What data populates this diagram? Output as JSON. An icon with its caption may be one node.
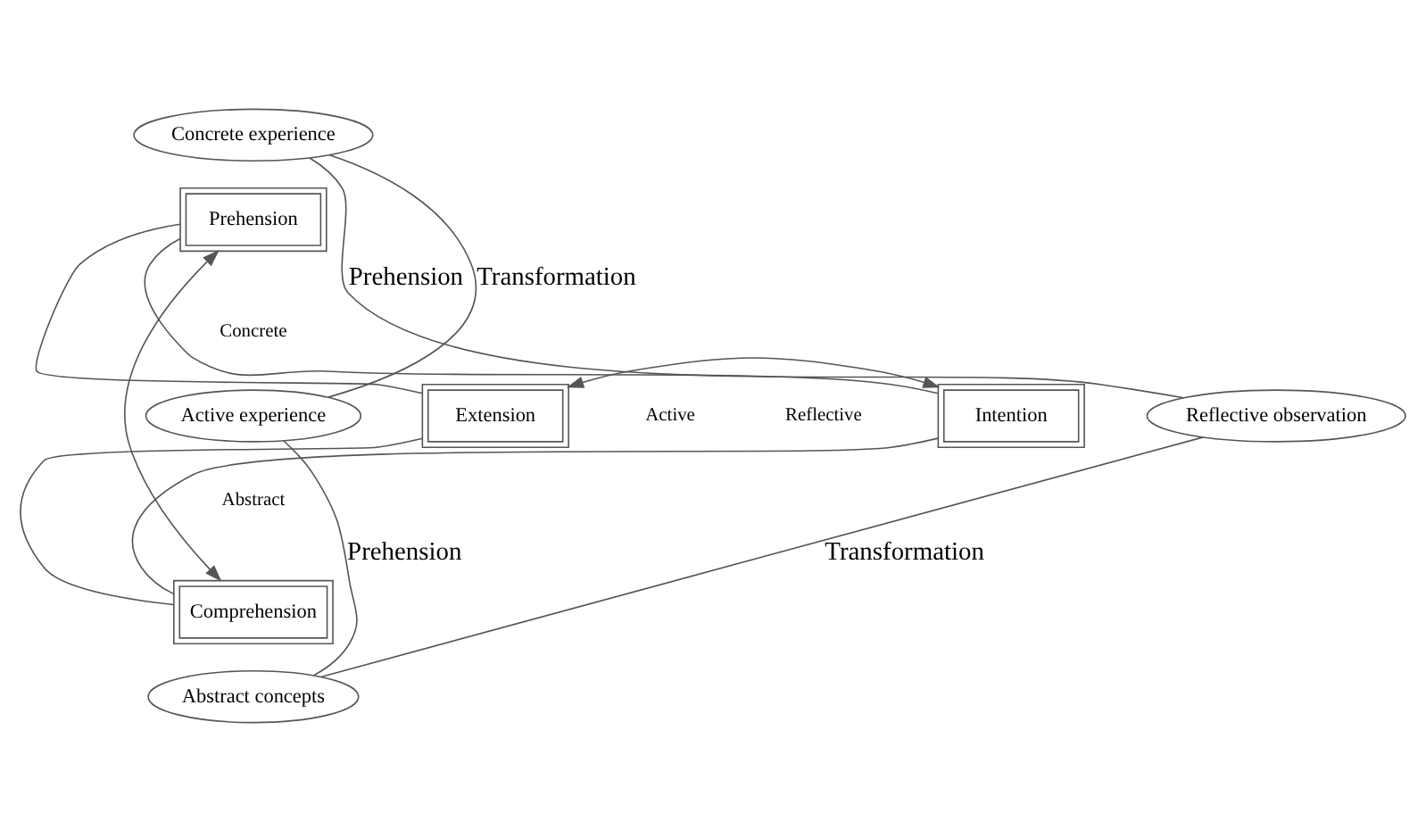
{
  "diagram": {
    "nodes": [
      {
        "text": [
          "Concrete experience"
        ]
      },
      {
        "text": [
          "Prehension"
        ]
      },
      {
        "text": [
          "Active experience"
        ]
      },
      {
        "text": [
          "Extension"
        ]
      },
      {
        "text": [
          "Intention"
        ]
      },
      {
        "text": [
          "Reflective observation"
        ]
      },
      {
        "text": [
          "Comprehension"
        ]
      },
      {
        "text": [
          "Abstract concepts"
        ]
      }
    ],
    "edges": [
      {
        "from": 0,
        "to": 5,
        "arrow": "none",
        "label": "Prehension"
      },
      {
        "from": 2,
        "to": 0,
        "arrow": "none",
        "label": "Transformation"
      },
      {
        "from": 1,
        "to": 3,
        "arrow": "none"
      },
      {
        "from": 1,
        "to": 4,
        "arrow": "none"
      },
      {
        "from": 1,
        "to": 6,
        "arrow": "both"
      },
      {
        "from": 3,
        "to": 4,
        "arrow": "both"
      },
      {
        "from": 3,
        "to": 6,
        "arrow": "none"
      },
      {
        "from": 4,
        "to": 6,
        "arrow": "none"
      },
      {
        "from": 5,
        "to": 7,
        "arrow": "none",
        "label": "Transformation"
      },
      {
        "from": 7,
        "to": 2,
        "arrow": "none",
        "label": "Prehension"
      }
    ],
    "labels": [
      "Concrete",
      "Active",
      "Reflective",
      "Abstract"
    ]
  }
}
